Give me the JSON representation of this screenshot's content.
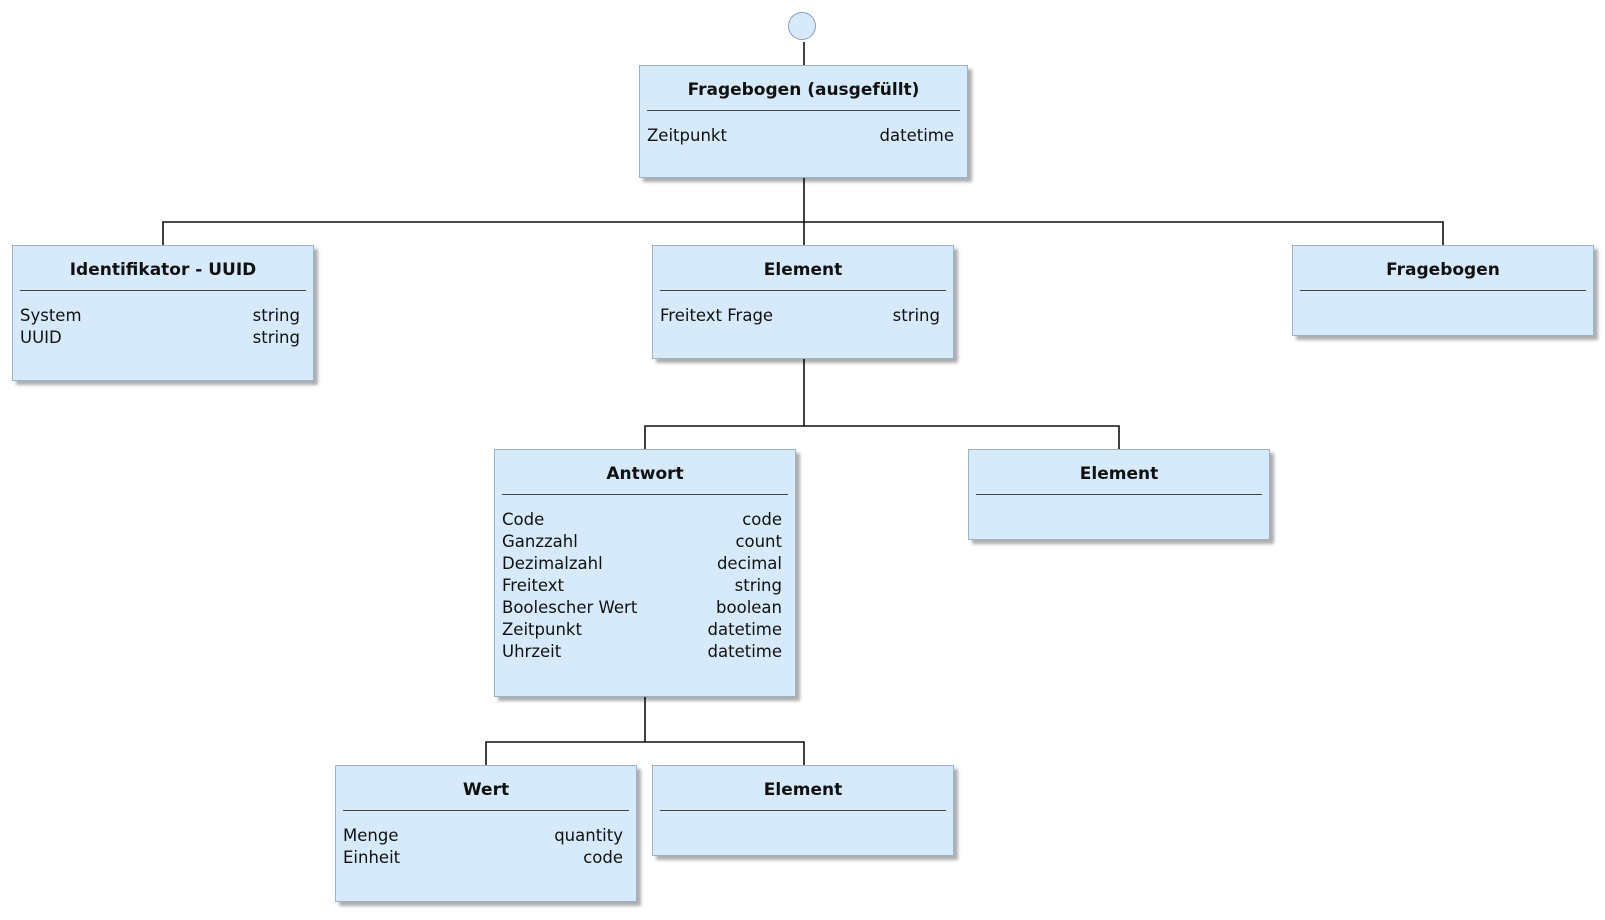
{
  "diagram": {
    "boxes": [
      {
        "id": "fragebogen-ausgefuellt",
        "title": "Fragebogen (ausgefüllt)",
        "attributes": [
          {
            "name": "Zeitpunkt",
            "type": "datetime"
          }
        ]
      },
      {
        "id": "identifikator-uuid",
        "title": "Identifikator - UUID",
        "attributes": [
          {
            "name": "System",
            "type": "string"
          },
          {
            "name": "UUID",
            "type": "string"
          }
        ]
      },
      {
        "id": "element-freitext",
        "title": "Element",
        "attributes": [
          {
            "name": "Freitext Frage",
            "type": "string"
          }
        ]
      },
      {
        "id": "fragebogen",
        "title": "Fragebogen",
        "attributes": []
      },
      {
        "id": "antwort",
        "title": "Antwort",
        "attributes": [
          {
            "name": "Code",
            "type": "code"
          },
          {
            "name": "Ganzzahl",
            "type": "count"
          },
          {
            "name": "Dezimalzahl",
            "type": "decimal"
          },
          {
            "name": "Freitext",
            "type": "string"
          },
          {
            "name": "Boolescher Wert",
            "type": "boolean"
          },
          {
            "name": "Zeitpunkt",
            "type": "datetime"
          },
          {
            "name": "Uhrzeit",
            "type": "datetime"
          }
        ]
      },
      {
        "id": "element-sub",
        "title": "Element",
        "attributes": []
      },
      {
        "id": "wert",
        "title": "Wert",
        "attributes": [
          {
            "name": "Menge",
            "type": "quantity"
          },
          {
            "name": "Einheit",
            "type": "code"
          }
        ]
      },
      {
        "id": "element-antwort",
        "title": "Element",
        "attributes": []
      }
    ],
    "colors": {
      "box_fill": "#d6eafb",
      "box_border": "#9ab3c8",
      "line": "#111111"
    }
  }
}
